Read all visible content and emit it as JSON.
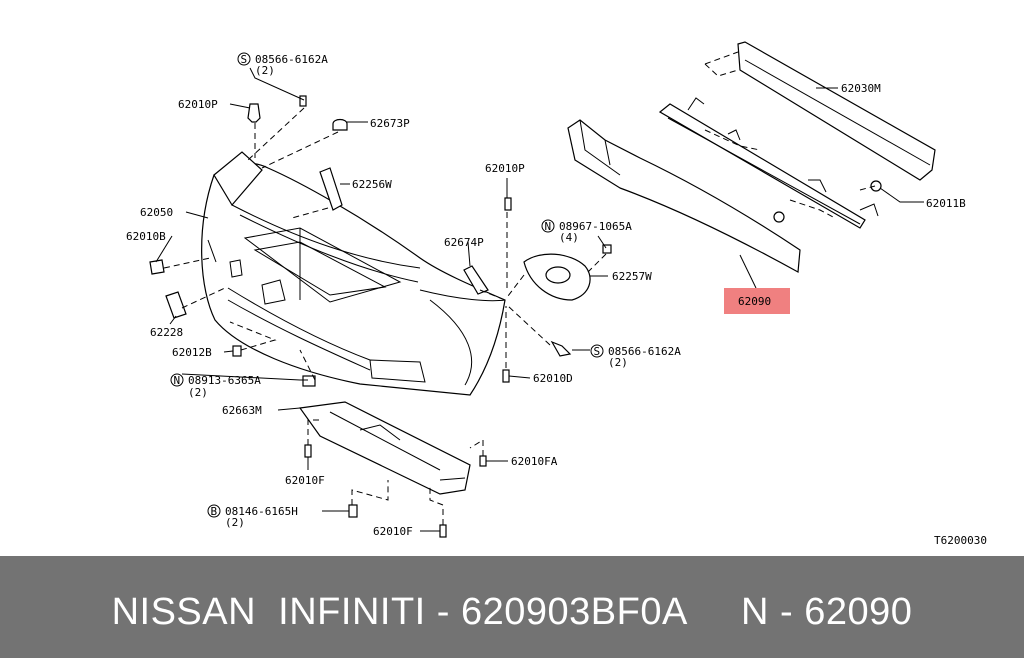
{
  "diagram": {
    "callouts": {
      "p62010P_a": "62010P",
      "p08566_top": "08566-6162A",
      "p08566_top_qty": "(2)",
      "p62673P": "62673P",
      "p62256W": "62256W",
      "p62050": "62050",
      "p62010B": "62010B",
      "p62228": "62228",
      "p62012B": "62012B",
      "p08913": "08913-6365A",
      "p08913_qty": "(2)",
      "p62663M": "62663M",
      "p62010F_a": "62010F",
      "p08146": "08146-6165H",
      "p08146_qty": "(2)",
      "p62010F_b": "62010F",
      "p62010P_b": "62010P",
      "p62674P": "62674P",
      "p08967": "08967-1065A",
      "p08967_qty": "(4)",
      "p62257W": "62257W",
      "p08566_bot": "08566-6162A",
      "p08566_bot_qty": "(2)",
      "p62010D": "62010D",
      "p62010FA": "62010FA",
      "p62030M": "62030M",
      "p62011B": "62011B",
      "p62090": "62090"
    },
    "badges": {
      "s1": "S",
      "s2": "S",
      "n1": "N",
      "n2": "N",
      "b1": "B"
    },
    "diagram_id": "T6200030",
    "highlight_color": "#f08080"
  },
  "banner": {
    "text": "NISSAN  INFINITI - 620903BF0A     N - 62090"
  }
}
